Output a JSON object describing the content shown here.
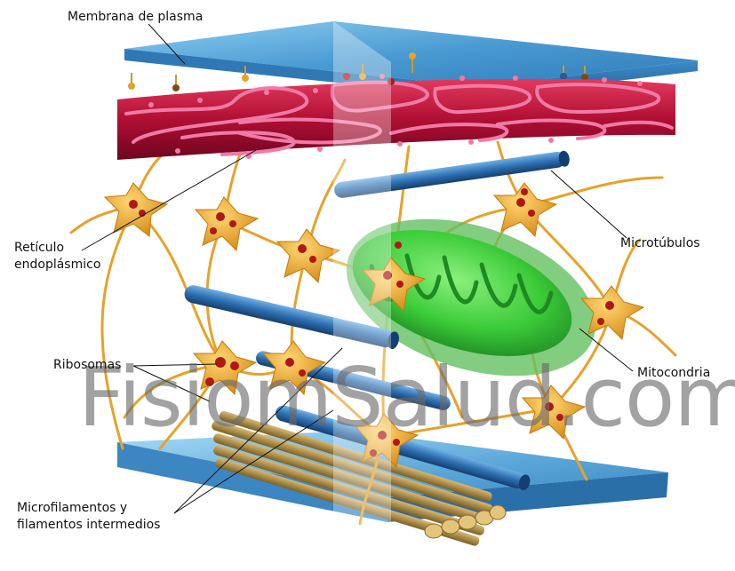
{
  "labels": {
    "plasma_membrane": "Membrana de plasma",
    "er_line1": "Retículo",
    "er_line2": "endoplásmico",
    "microtubules": "Microtúbulos",
    "ribosomes": "Ribosomas",
    "mitochondria": "Mitocondria",
    "filaments_line1": "Microfilamentos y",
    "filaments_line2": "filamentos intermedios"
  },
  "watermark": "FisiomSalud.com",
  "colors": {
    "membrane": "#5fa8d8",
    "reticulum": "#c8123a",
    "reticulum_outline": "#f07aa6",
    "microtubule": "#2a6fb0",
    "mitochondria": "#3ed23a",
    "filaments": "#a88a45",
    "cells": "#e9a42b",
    "ribosome": "#b01818"
  }
}
